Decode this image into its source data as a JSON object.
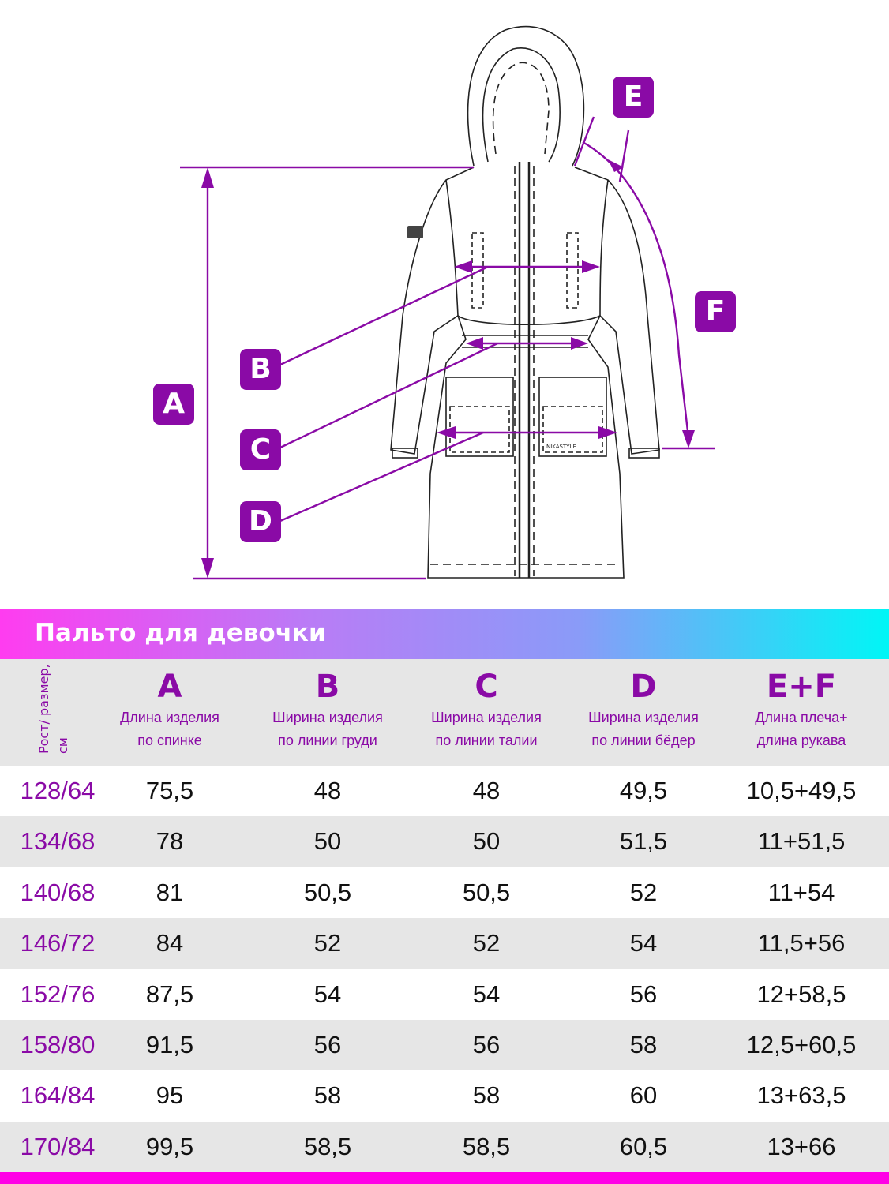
{
  "diagram": {
    "labels": [
      "A",
      "B",
      "C",
      "D",
      "E",
      "F"
    ],
    "brand_tag": "NIKASTYLE",
    "accent_color": "#8a0aa6"
  },
  "table": {
    "title": "Пальто для девочки",
    "size_header": "Рост/ размер, см",
    "columns": [
      {
        "letter": "A",
        "line1": "Длина изделия",
        "line2": "по спинке"
      },
      {
        "letter": "B",
        "line1": "Ширина изделия",
        "line2": "по линии груди"
      },
      {
        "letter": "C",
        "line1": "Ширина изделия",
        "line2": "по линии талии"
      },
      {
        "letter": "D",
        "line1": "Ширина изделия",
        "line2": "по линии бёдер"
      },
      {
        "letter": "E+F",
        "line1": "Длина плеча+",
        "line2": "длина рукава"
      }
    ],
    "rows": [
      [
        "128/64",
        "75,5",
        "48",
        "48",
        "49,5",
        "10,5+49,5"
      ],
      [
        "134/68",
        "78",
        "50",
        "50",
        "51,5",
        "11+51,5"
      ],
      [
        "140/68",
        "81",
        "50,5",
        "50,5",
        "52",
        "11+54"
      ],
      [
        "146/72",
        "84",
        "52",
        "52",
        "54",
        "11,5+56"
      ],
      [
        "152/76",
        "87,5",
        "54",
        "54",
        "56",
        "12+58,5"
      ],
      [
        "158/80",
        "91,5",
        "56",
        "56",
        "58",
        "12,5+60,5"
      ],
      [
        "164/84",
        "95",
        "58",
        "58",
        "60",
        "13+63,5"
      ],
      [
        "170/84",
        "99,5",
        "58,5",
        "58,5",
        "60,5",
        "13+66"
      ]
    ]
  }
}
